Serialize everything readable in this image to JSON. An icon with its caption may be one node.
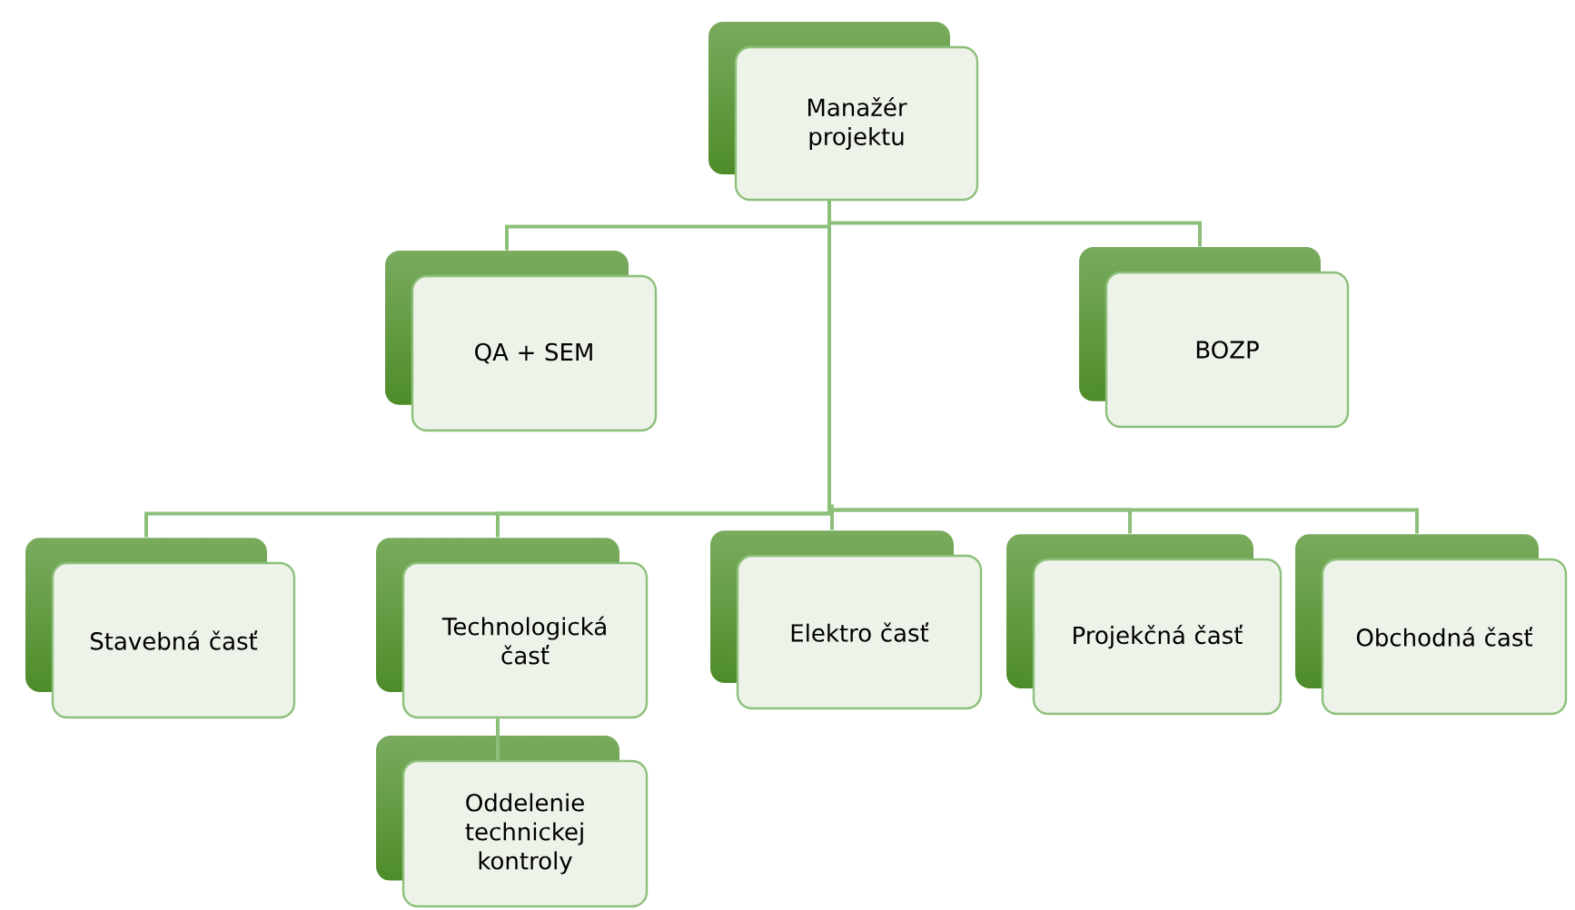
{
  "diagram": {
    "nodes": [
      {
        "text": [
          "Manažér projektu"
        ]
      },
      {
        "text": [
          "QA + SEM"
        ]
      },
      {
        "text": [
          "BOZP"
        ]
      },
      {
        "text": [
          "Stavebná časť"
        ]
      },
      {
        "text": [
          "Technologická časť"
        ]
      },
      {
        "text": [
          "Elektro časť"
        ]
      },
      {
        "text": [
          "Projekčná časť"
        ]
      },
      {
        "text": [
          "Obchodná časť"
        ]
      },
      {
        "text": [
          "Oddelenie technickej kontroly"
        ]
      }
    ],
    "edges": [
      {
        "from": 0,
        "to": 1,
        "arrow": "none"
      },
      {
        "from": 0,
        "to": 2,
        "arrow": "none"
      },
      {
        "from": 0,
        "to": 3,
        "arrow": "none"
      },
      {
        "from": 0,
        "to": 4,
        "arrow": "none"
      },
      {
        "from": 0,
        "to": 5,
        "arrow": "none"
      },
      {
        "from": 0,
        "to": 6,
        "arrow": "none"
      },
      {
        "from": 0,
        "to": 7,
        "arrow": "none"
      },
      {
        "from": 4,
        "to": 8,
        "arrow": "none"
      }
    ]
  }
}
